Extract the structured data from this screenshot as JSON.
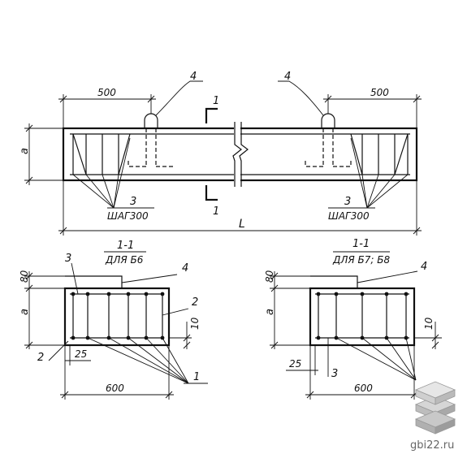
{
  "elevation": {
    "left_offset": "500",
    "right_offset": "500",
    "height_label": "a",
    "length_label": "L",
    "hook_mark_left": "4",
    "hook_mark_right": "4",
    "rebar_mark_left": "3",
    "rebar_mark_right": "3",
    "spacing_left": "ШАГ300",
    "spacing_right": "ШАГ300",
    "section_mark_top": "1",
    "section_mark_bottom": "1"
  },
  "section_left": {
    "title": "1-1",
    "subtitle": "ДЛЯ Б6",
    "top_dim": "80",
    "height_label": "a",
    "right_dim": "10",
    "edge_dim": "25",
    "width": "600",
    "marks": [
      "3",
      "4",
      "2",
      "2",
      "1"
    ]
  },
  "section_right": {
    "title": "1-1",
    "subtitle": "ДЛЯ Б7; Б8",
    "top_dim": "80",
    "height_label": "a",
    "right_dim": "10",
    "edge_dim": "25",
    "width": "600",
    "marks": [
      "4",
      "3"
    ]
  },
  "watermark": {
    "text": "gbi22.ru",
    "logo_icon": "stacked-blocks-icon"
  }
}
